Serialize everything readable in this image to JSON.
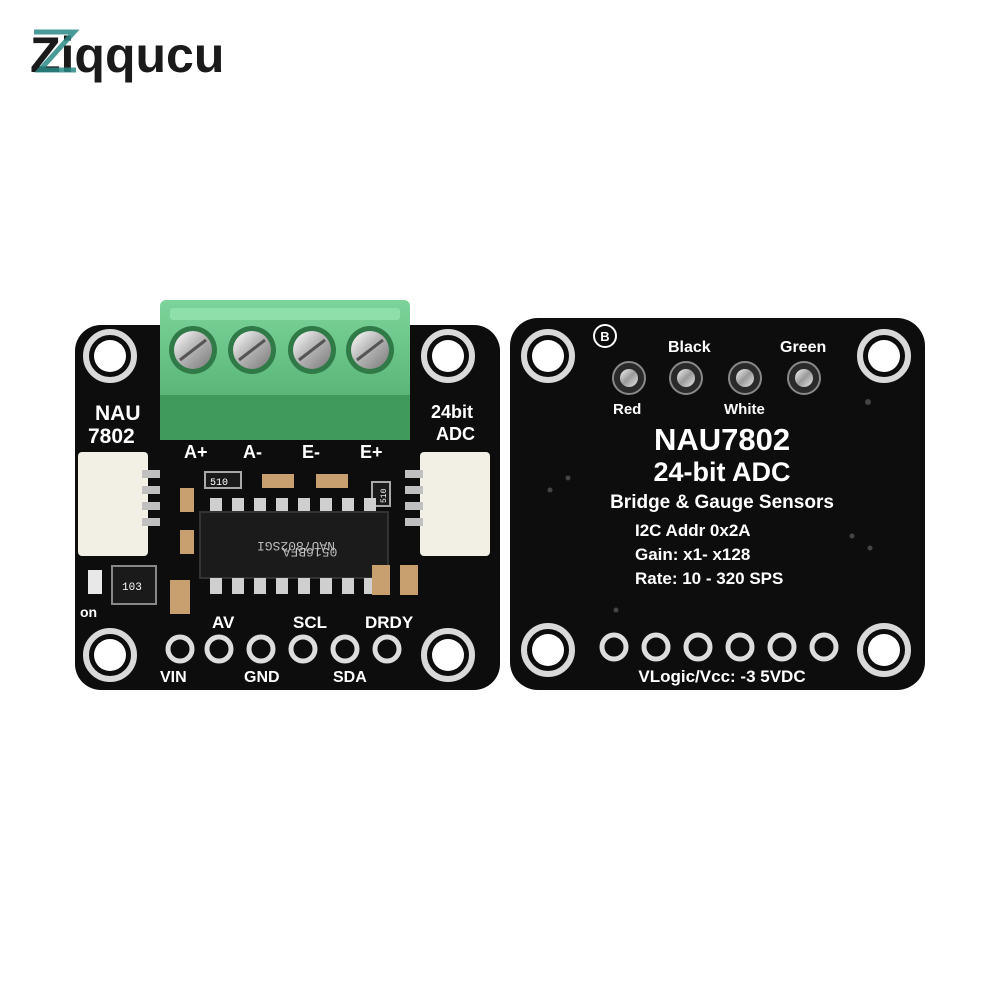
{
  "brand": {
    "logo_text": "Ziqqucu"
  },
  "front_board": {
    "chip_marking_line1": "NAU7802SGI",
    "chip_marking_line2": "0516BFA",
    "label_nau": "NAU",
    "label_model": "7802",
    "label_24bit": "24bit",
    "label_adc": "ADC",
    "terminal_labels": [
      "A+",
      "A-",
      "E-",
      "E+"
    ],
    "resistor_codes": [
      "510",
      "510",
      "103"
    ],
    "label_on": "on",
    "label_av": "AV",
    "label_scl": "SCL",
    "label_drdy": "DRDY",
    "label_vin": "VIN",
    "label_gnd": "GND",
    "label_sda": "SDA"
  },
  "back_board": {
    "b_mark": "B",
    "wire_labels": {
      "black": "Black",
      "green": "Green",
      "red": "Red",
      "white": "White"
    },
    "title": "NAU7802",
    "subtitle": "24-bit ADC",
    "line3": "Bridge & Gauge Sensors",
    "line4": "I2C Addr 0x2A",
    "line5": "Gain: x1- x128",
    "line6": "Rate: 10 - 320 SPS",
    "footer": "VLogic/Vcc: -3 5VDC"
  },
  "colors": {
    "pcb": "#0d0d0d",
    "terminal_green": "#5dbf7a",
    "silkscreen": "#ffffff",
    "logo_teal": "#2a8a86",
    "logo_dark": "#1a1a1a"
  }
}
